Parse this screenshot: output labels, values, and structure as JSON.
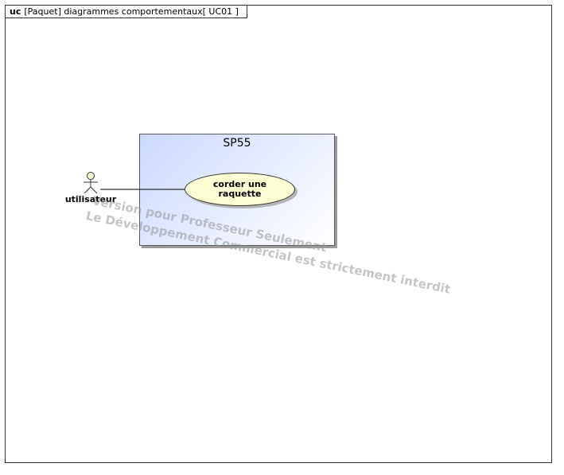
{
  "frame": {
    "kind": "uc",
    "title": "[Paquet] diagrammes comportementaux[ UC01 ]"
  },
  "system": {
    "name": "SP55"
  },
  "use_case": {
    "label": "corder une raquette"
  },
  "actor": {
    "name": "utilisateur"
  },
  "watermark": {
    "line1": "Version pour Professeur Seulement",
    "line2": "Le Développement Commercial est strictement interdit"
  },
  "colors": {
    "system_fill_start": "#ccd9ff",
    "use_case_fill": "#ffffd5",
    "actor_head_fill": "#ffffd5"
  }
}
